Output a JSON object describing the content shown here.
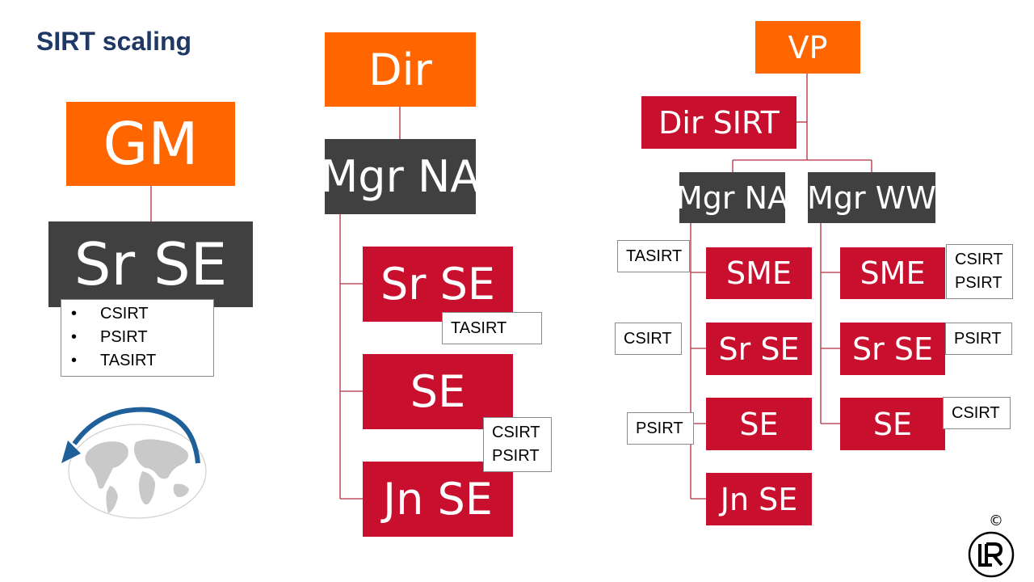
{
  "slide": {
    "title": "SIRT scaling"
  },
  "col1": {
    "gm": "GM",
    "sr_se": "Sr SE",
    "bullets": [
      "CSIRT",
      "PSIRT",
      "TASIRT"
    ]
  },
  "col2": {
    "dir": "Dir",
    "mgr_na": "Mgr NA",
    "sr_se": "Sr SE",
    "se": "SE",
    "jn_se": "Jn SE",
    "tag_tasirt": "TASIRT",
    "tag_csirt": "CSIRT",
    "tag_psirt": "PSIRT"
  },
  "col3": {
    "vp": "VP",
    "dir_sirt": "Dir SIRT",
    "mgr_na": "Mgr NA",
    "mgr_ww": "Mgr WW",
    "na": {
      "sme": "SME",
      "sr_se": "Sr SE",
      "se": "SE",
      "jn_se": "Jn SE"
    },
    "ww": {
      "sme": "SME",
      "sr_se": "Sr SE",
      "se": "SE"
    },
    "tags": {
      "na_sme": "TASIRT",
      "na_srse": "CSIRT",
      "na_se": "PSIRT",
      "ww_sme_1": "CSIRT",
      "ww_sme_2": "PSIRT",
      "ww_srse": "PSIRT",
      "ww_se": "CSIRT"
    }
  },
  "footer": {
    "copyright": "©"
  },
  "colors": {
    "orange": "#ff6600",
    "dark": "#404040",
    "red": "#c8102e",
    "title": "#1f3864",
    "globe_arrow": "#1f5f9a"
  },
  "icons": [
    "globe-icon",
    "rotation-arrow-icon",
    "lr-logo-icon"
  ]
}
